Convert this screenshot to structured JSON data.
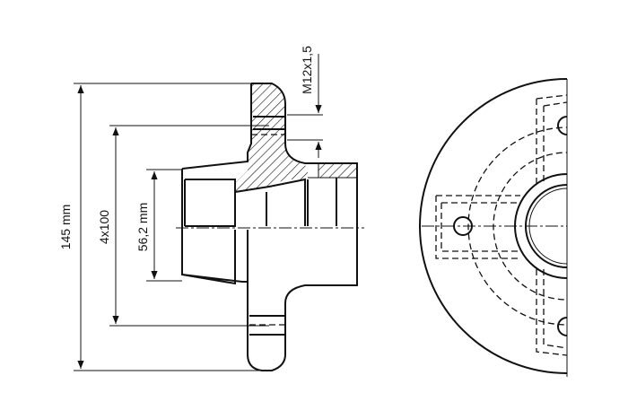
{
  "drawing": {
    "dimensions": {
      "overall_diameter": "145 mm",
      "bolt_circle": "4x100",
      "hub_diameter": "56,2 mm",
      "thread": "M12x1,5"
    },
    "colors": {
      "line": "#111111",
      "background": "#ffffff"
    }
  }
}
